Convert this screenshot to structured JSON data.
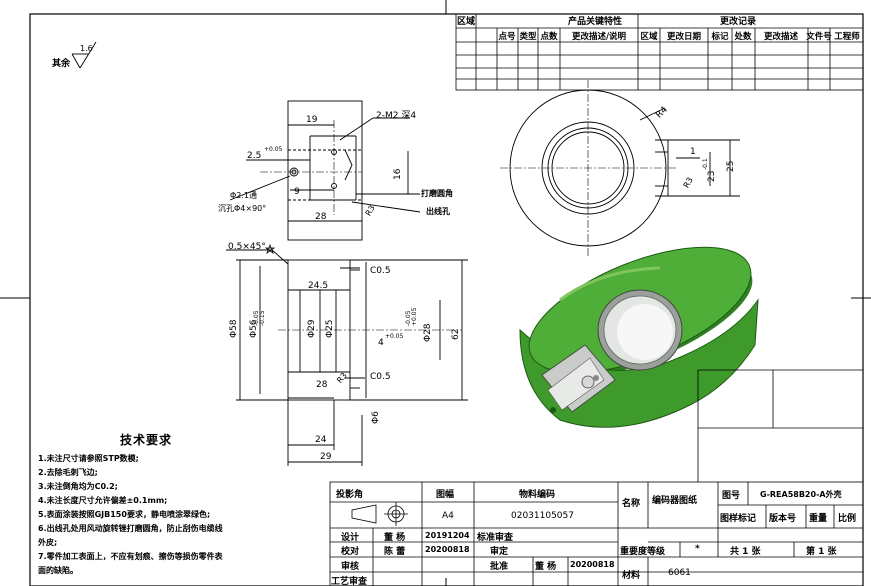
{
  "revision_table": {
    "top_headers": [
      "区域",
      "产品关键特性",
      "更改记录"
    ],
    "sub_headers": [
      "点号",
      "类型",
      "点数",
      "更改描述/说明",
      "区域",
      "更改日期",
      "标记",
      "处数",
      "更改描述",
      "文件号",
      "工程师"
    ]
  },
  "surface_finish": {
    "label": "其余",
    "value": "1.6"
  },
  "dimensions": {
    "side_view": [
      "19",
      "2-M2 深4",
      "2.5",
      "+0.05",
      "16",
      "9",
      "Φ2.1通",
      "沉孔Φ4×90°",
      "28",
      "打磨圆角",
      "出线孔",
      "R3"
    ],
    "front_view": [
      "R4",
      "1",
      "23",
      "-0.1",
      "25",
      "R3"
    ],
    "section_view": [
      "0.5×45°",
      "C0.5",
      "24.5",
      "Φ58",
      "Φ56",
      "-0.05",
      "-0.15",
      "Φ29",
      "Φ25",
      "4",
      "+0.05",
      "Φ28",
      "+0.05",
      "-0.05",
      "62",
      "28",
      "R3",
      "C0.5",
      "Φ6",
      "24",
      "29"
    ]
  },
  "tech_requirements": {
    "title": "技术要求",
    "items": [
      "1.未注尺寸请参照STP数模;",
      "2.去除毛刺飞边;",
      "3.未注倒角均为C0.2;",
      "4.未注长度尺寸允许偏差±0.1mm;",
      "5.表面涂装按照GJB150要求，静电喷涂翠绿色;",
      "6.出线孔处用风动旋转锉打磨圆角，防止刮伤电缆线",
      "外皮;",
      "7.零件加工表面上，不应有划痕、擦伤等损伤零件表",
      "面的缺陷。"
    ]
  },
  "title_block": {
    "projection": "投影角",
    "format_label": "图幅",
    "format_value": "A4",
    "material_code_label": "物料编码",
    "material_code_value": "02031105057",
    "name_label": "名称",
    "name_value": "编码器图纸",
    "drawing_no_label": "图号",
    "drawing_no_value": "G-REA58B20-A外壳",
    "sample_mark": "图样标记",
    "version": "版本号",
    "weight": "重量",
    "scale": "比例",
    "design_label": "设计",
    "design_name": "董 杨",
    "design_date": "20191204",
    "std_review": "标准审查",
    "check_label": "校对",
    "check_name": "陈 蕾",
    "check_date": "20200818",
    "review_label": "审定",
    "audit_label": "审核",
    "approve_label": "批准",
    "approve_name": "董 杨",
    "approve_date": "20200818",
    "process_label": "工艺审查",
    "importance_label": "重要度等级",
    "importance_value": "*",
    "total_sheets": "共 1 张",
    "sheet_no": "第 1 张",
    "material_label": "材料",
    "material_value": "6061"
  },
  "colors": {
    "model_green": "#3f9a2c",
    "model_dark": "#1f5a14",
    "model_highlight": "#7fc45e"
  }
}
